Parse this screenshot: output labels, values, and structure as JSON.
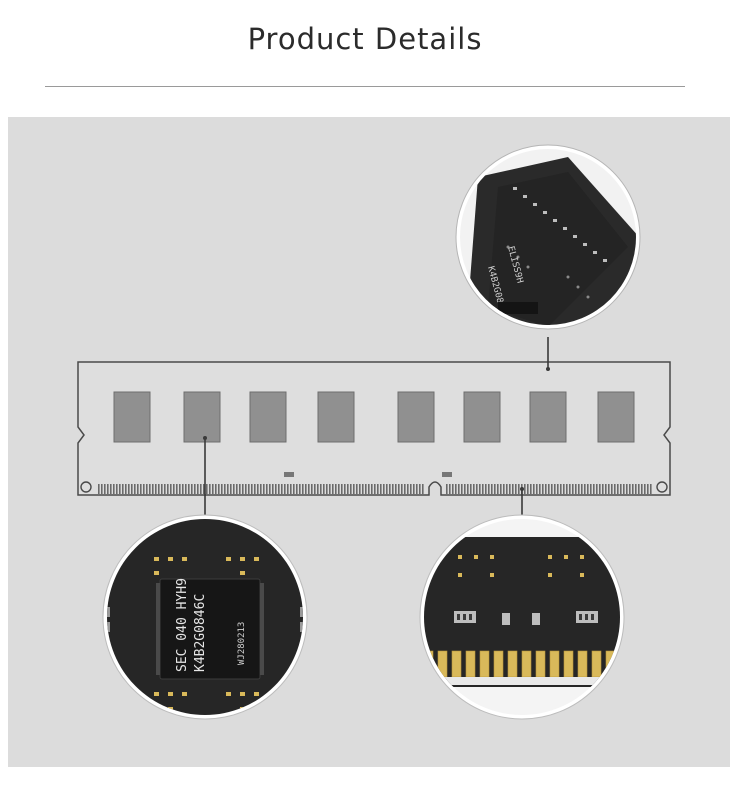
{
  "header": {
    "title": "Product Details"
  },
  "chip_zoom": {
    "markings": [
      "SEC 040 HYH9",
      "K4B2G0846C",
      "WJ280213"
    ]
  },
  "edge_zoom": {
    "markings": [
      "ELISS9H",
      "K4B2G08"
    ]
  },
  "colors": {
    "panel_bg": "#dcdcdc",
    "pcb": "#2a2a2a",
    "chip": "#1c1c1c",
    "gold": "#d9b95a",
    "outline": "#3a3a3a"
  }
}
